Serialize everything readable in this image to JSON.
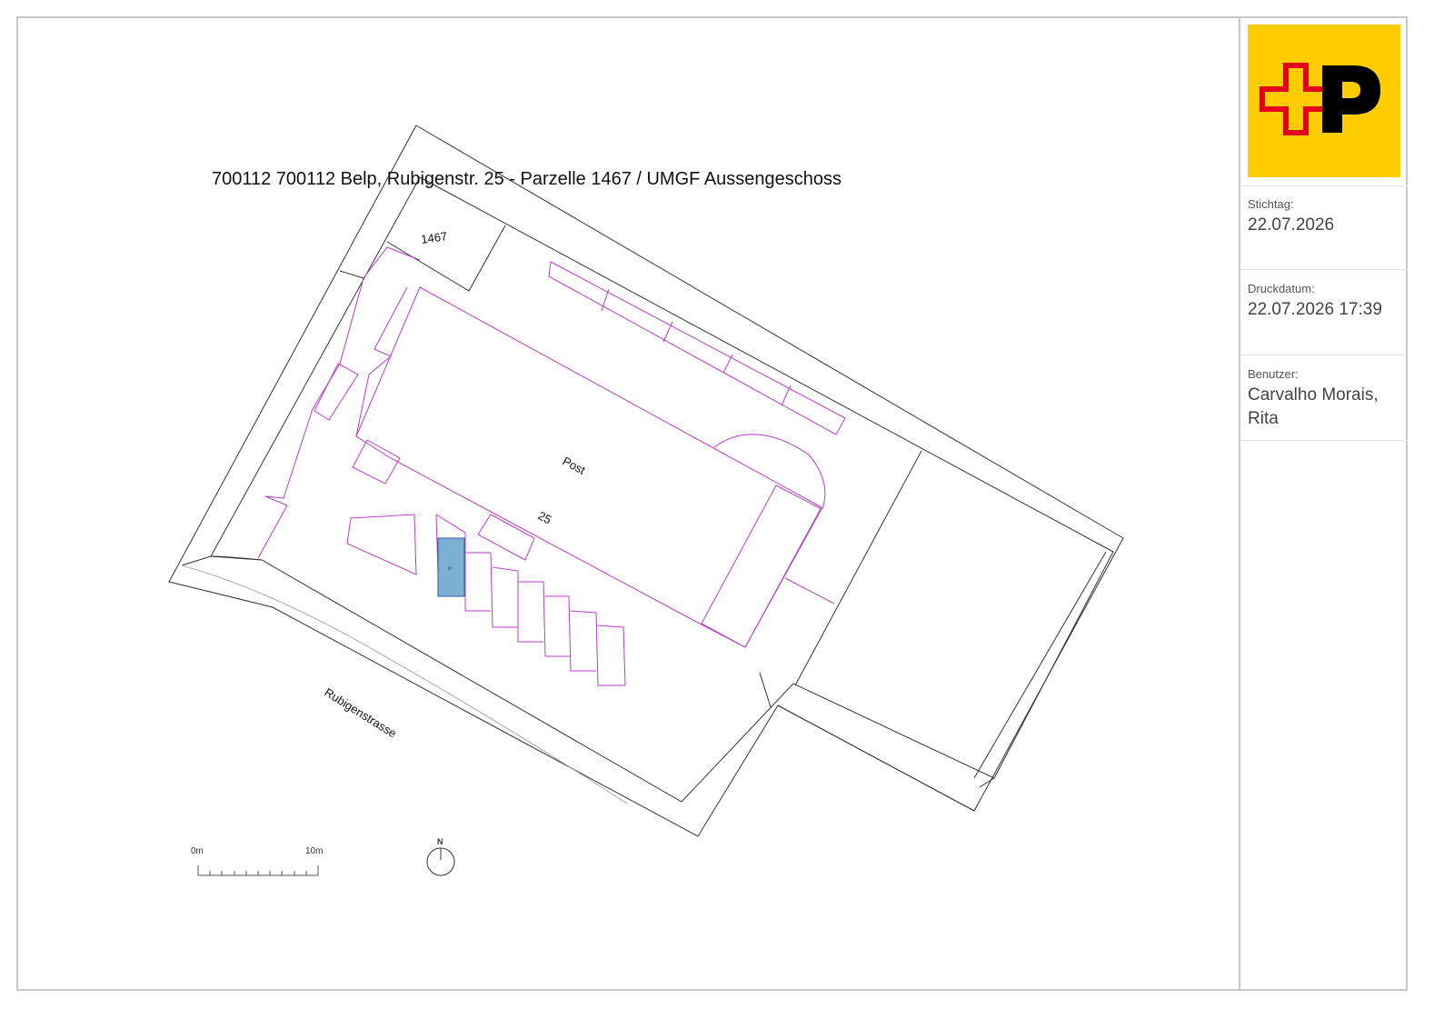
{
  "title": "700112 700112 Belp, Rubigenstr. 25 - Parzelle 1467 / UMGF Aussengeschoss",
  "map_labels": {
    "parcel_number": "1467",
    "building_name": "Post",
    "house_number": "25",
    "street": "Rubigenstrasse",
    "highlight_tag": "Br"
  },
  "scale_bar": {
    "start_label": "0m",
    "end_label": "10m"
  },
  "north_arrow": {
    "label": "N"
  },
  "sidebar": {
    "stichtag": {
      "label": "Stichtag:",
      "value": "22.07.2026"
    },
    "druckdatum": {
      "label": "Druckdatum:",
      "value": "22.07.2026 17:39"
    },
    "benutzer": {
      "label": "Benutzer:",
      "value_line1": "Carvalho Morais,",
      "value_line2": "Rita"
    }
  },
  "colors": {
    "logo_bg": "#FFCC00",
    "logo_cross": "#E2001A",
    "logo_p": "#000000",
    "building_outline": "#B93CC8",
    "highlight_fill": "#7BAFD4",
    "parcel_line": "#333333"
  },
  "icons": {
    "logo": "swiss-post-logo-icon",
    "north": "north-arrow-icon"
  }
}
